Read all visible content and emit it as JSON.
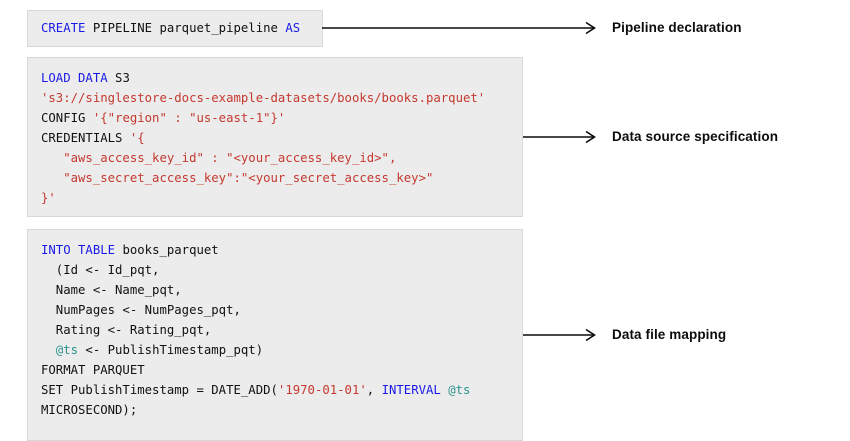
{
  "blocks": {
    "declaration": {
      "lines": [
        [
          {
            "t": "CREATE",
            "c": "kw"
          },
          {
            "t": " PIPELINE parquet_pipeline ",
            "c": "pln"
          },
          {
            "t": "AS",
            "c": "kw"
          }
        ]
      ]
    },
    "source": {
      "lines": [
        [
          {
            "t": "LOAD DATA",
            "c": "kw"
          },
          {
            "t": " S3",
            "c": "pln"
          }
        ],
        [
          {
            "t": "'s3://singlestore-docs-example-datasets/books/books.parquet'",
            "c": "str"
          }
        ],
        [
          {
            "t": "CONFIG ",
            "c": "pln"
          },
          {
            "t": "'{\"region\" : \"us-east-1\"}'",
            "c": "str"
          }
        ],
        [
          {
            "t": "CREDENTIALS ",
            "c": "pln"
          },
          {
            "t": "'{",
            "c": "str"
          }
        ],
        [
          {
            "t": "   \"aws_access_key_id\" : \"<your_access_key_id>\",",
            "c": "str"
          }
        ],
        [
          {
            "t": "   \"aws_secret_access_key\":\"<your_secret_access_key>\"",
            "c": "str"
          }
        ],
        [
          {
            "t": "}'",
            "c": "str"
          }
        ]
      ]
    },
    "mapping": {
      "lines": [
        [
          {
            "t": "INTO TABLE",
            "c": "kw"
          },
          {
            "t": " books_parquet",
            "c": "pln"
          }
        ],
        [
          {
            "t": "  (Id <- Id_pqt,",
            "c": "pln"
          }
        ],
        [
          {
            "t": "  Name <- Name_pqt,",
            "c": "pln"
          }
        ],
        [
          {
            "t": "  NumPages <- NumPages_pqt,",
            "c": "pln"
          }
        ],
        [
          {
            "t": "  Rating <- Rating_pqt,",
            "c": "pln"
          }
        ],
        [
          {
            "t": "  ",
            "c": "pln"
          },
          {
            "t": "@ts",
            "c": "var"
          },
          {
            "t": " <- PublishTimestamp_pqt)",
            "c": "pln"
          }
        ],
        [
          {
            "t": "FORMAT PARQUET",
            "c": "pln"
          }
        ],
        [
          {
            "t": "SET PublishTimestamp = DATE_ADD(",
            "c": "pln"
          },
          {
            "t": "'1970-01-01'",
            "c": "str"
          },
          {
            "t": ", ",
            "c": "pln"
          },
          {
            "t": "INTERVAL",
            "c": "kw"
          },
          {
            "t": " ",
            "c": "pln"
          },
          {
            "t": "@ts",
            "c": "var"
          }
        ],
        [
          {
            "t": "MICROSECOND);",
            "c": "pln"
          }
        ]
      ]
    }
  },
  "annotations": {
    "declaration_label": "Pipeline declaration",
    "source_label": "Data source specification",
    "mapping_label": "Data file mapping"
  },
  "colors": {
    "keyword": "#1a1ae8",
    "string": "#c5392f",
    "variable": "#2e938c",
    "plain": "#111111",
    "block_bg": "#ececec",
    "block_border": "#d8d8d8",
    "arrow": "#0c0c0c"
  }
}
